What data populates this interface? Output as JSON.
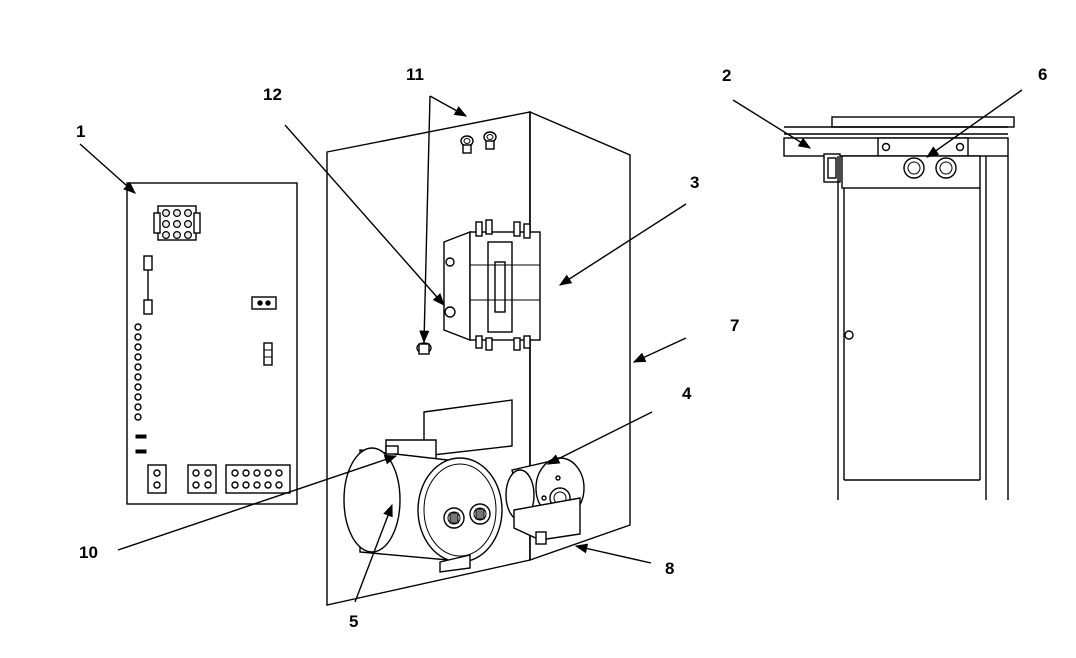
{
  "figure": {
    "description_labels": [
      "1",
      "2",
      "3",
      "4",
      "5",
      "6",
      "7",
      "8",
      "10",
      "11",
      "12"
    ]
  },
  "callouts": {
    "c1": "1",
    "c2": "2",
    "c3": "3",
    "c4": "4",
    "c5": "5",
    "c6": "6",
    "c7": "7",
    "c8": "8",
    "c10": "10",
    "c11": "11",
    "c12": "12"
  }
}
